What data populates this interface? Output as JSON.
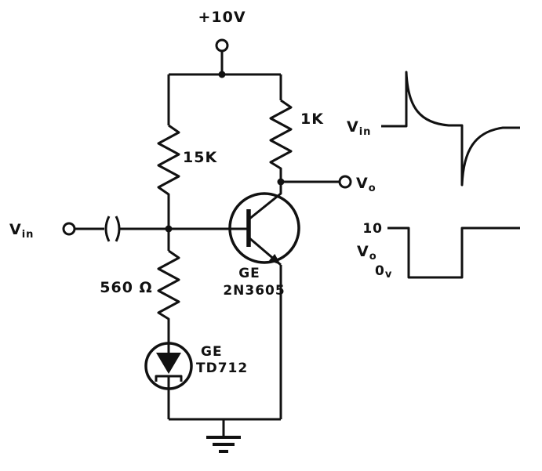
{
  "schematic": {
    "supply": {
      "label": "+10V"
    },
    "resistors": {
      "r15k": "15K",
      "r1k": "1K",
      "r560": "560 Ω"
    },
    "input_terminal": {
      "v": "V",
      "sub": "in"
    },
    "output_terminal": {
      "v": "V",
      "sub": "o"
    },
    "transistor": {
      "line1": "GE",
      "line2": "2N3605"
    },
    "tunnel_diode": {
      "line1": "GE",
      "line2": "TD712"
    },
    "colors": {
      "ink": "#111111",
      "paper": "#ffffff"
    }
  },
  "waveforms": {
    "vin": {
      "v": "V",
      "sub": "in"
    },
    "vo": {
      "v": "V",
      "sub": "o",
      "level_high": "10",
      "level_low_zero": "0",
      "level_low_sub": "v"
    }
  }
}
